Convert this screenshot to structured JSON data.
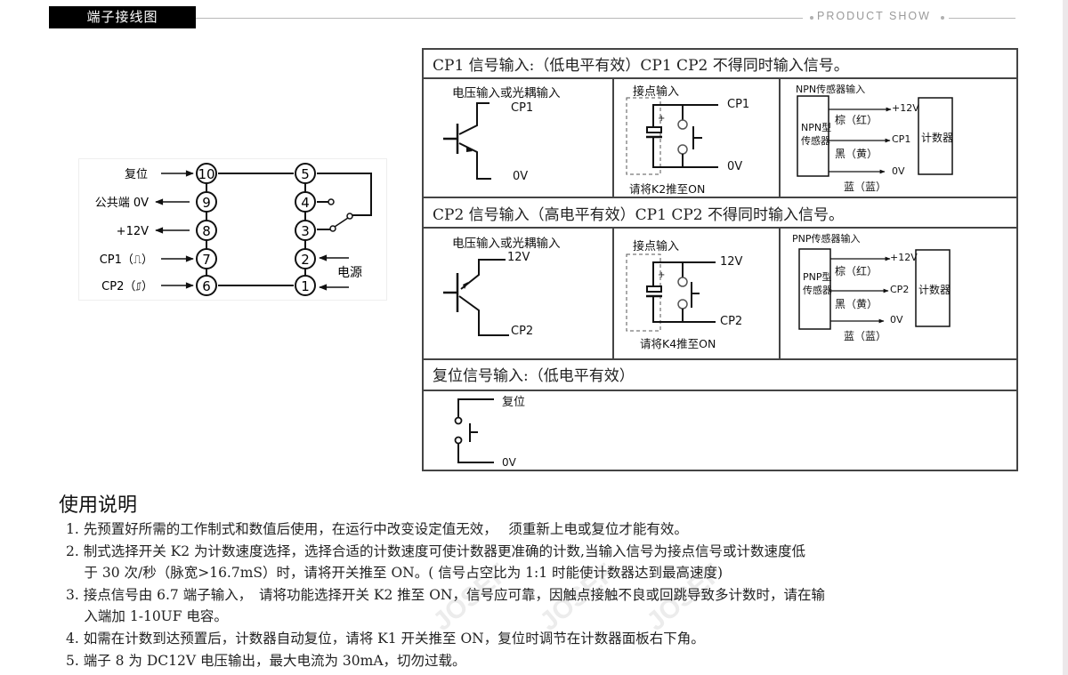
{
  "header": {
    "section_title": "端子接线图",
    "tagline": "PRODUCT SHOW"
  },
  "terminal_diagram": {
    "left_labels": [
      {
        "text": "复位",
        "terminal": "10",
        "direction": "in"
      },
      {
        "text": "公共端 0V",
        "terminal": "9",
        "direction": "out"
      },
      {
        "text": "+12V",
        "terminal": "8",
        "direction": "out"
      },
      {
        "text": "CP1（⎍）",
        "terminal": "7",
        "direction": "in"
      },
      {
        "text": "CP2（⎎）",
        "terminal": "6",
        "direction": "in"
      }
    ],
    "right_terminals": [
      "5",
      "4",
      "3",
      "2",
      "1"
    ],
    "power_label": "电源",
    "left_terminals": [
      "10",
      "9",
      "8",
      "7",
      "6"
    ]
  },
  "table": {
    "cp1_title": "CP1 信号输入:（低电平有效）CP1 CP2 不得同时输入信号。",
    "cp1_cells": {
      "voltage": {
        "title": "电压输入或光耦输入",
        "top": "CP1",
        "bottom": "0V"
      },
      "contact": {
        "title": "接点输入",
        "top": "CP1",
        "bottom": "0V",
        "plus": "+",
        "note": "请将K2推至ON"
      },
      "sensor": {
        "title": "NPN传感器输入",
        "box": [
          "NPN型",
          "传感器"
        ],
        "counter": "计数器",
        "wires": [
          {
            "signal": "+12V",
            "color": "棕（红）"
          },
          {
            "signal": "CP1",
            "color": "黑（黄）"
          },
          {
            "signal": "0V",
            "color": "蓝（蓝）"
          }
        ]
      }
    },
    "cp2_title": "CP2 信号输入（高电平有效）CP1 CP2 不得同时输入信号。",
    "cp2_cells": {
      "voltage": {
        "title": "电压输入或光耦输入",
        "top": "12V",
        "bottom": "CP2"
      },
      "contact": {
        "title": "接点输入",
        "top": "12V",
        "bottom": "CP2",
        "plus": "+",
        "note": "请将K4推至ON"
      },
      "sensor": {
        "title": "PNP传感器输入",
        "box": [
          "PNP型",
          "传感器"
        ],
        "counter": "计数器",
        "wires": [
          {
            "signal": "+12V",
            "color": "棕（红）"
          },
          {
            "signal": "CP2",
            "color": "黑（黄）"
          },
          {
            "signal": "0V",
            "color": "蓝（蓝）"
          }
        ]
      }
    },
    "reset_title": "复位信号输入:（低电平有效）",
    "reset_cell": {
      "top": "复位",
      "bottom": "0V"
    }
  },
  "usage": {
    "title": "使用说明",
    "lines": [
      "1. 先预置好所需的工作制式和数值后使用，在运行中改变设定值无效，　 须重新上电或复位才能有效。",
      "2. 制式选择开关 K2 为计数速度选择，选择合适的计数速度可使计数器更准确的计数,当输入信号为接点信号或计数速度低",
      "　 于 30 次/秒（脉宽>16.7mS）时，请将开关推至 ON。( 信号占空比为 1:1 时能使计数器达到最高速度)",
      "3. 接点信号由 6.7 端子输入，　请将功能选择开关 K2 推至 ON，信号应可靠，因触点接触不良或回跳导致多计数时，请在输",
      "　 入端加 1-10UF 电容。",
      "4. 如需在计数到达预置后，计数器自动复位，请将 K1 开关推至 ON，复位时调节在计数器面板右下角。",
      "5. 端子 8 为 DC12V 电压输出，最大电流为 30mA，切勿过载。"
    ]
  },
  "watermark": "JOSEF"
}
